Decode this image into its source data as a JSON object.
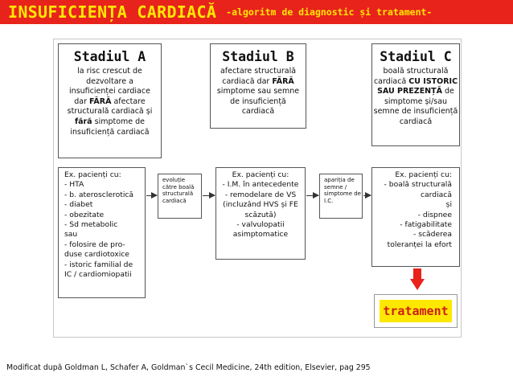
{
  "banner": {
    "title": "INSUFICIENȚA CARDIACĂ",
    "subtitle": "-algoritm de diagnostic și tratament-"
  },
  "stages": [
    {
      "title": "Stadiul A",
      "lines": [
        [
          "la risc crescut de"
        ],
        [
          "dezvoltare a"
        ],
        [
          "insuficienței cardiace"
        ],
        [
          "dar ",
          {
            "b": "FĂRĂ"
          },
          " afectare"
        ],
        [
          "structurală cardiacă și"
        ],
        [
          {
            "b": "fără"
          },
          " simptome de"
        ],
        [
          "insuficiență cardiacă"
        ]
      ]
    },
    {
      "title": "Stadiul B",
      "lines": [
        [
          "afectare structurală"
        ],
        [
          "cardiacă dar ",
          {
            "b": "FĂRĂ"
          }
        ],
        [
          "simptome sau semne"
        ],
        [
          "de insuficiență"
        ],
        [
          "cardiacă"
        ]
      ]
    },
    {
      "title": "Stadiul C",
      "lines": [
        [
          "boală structurală"
        ],
        [
          "cardiacă ",
          {
            "b": "CU ISTORIC"
          }
        ],
        [
          {
            "b": "SAU PREZENȚĂ"
          },
          " de"
        ],
        [
          "simptome și/sau"
        ],
        [
          "semne de insuficiență"
        ],
        [
          "cardiacă"
        ]
      ]
    }
  ],
  "examples": [
    {
      "lines": [
        "Ex. pacienți cu:",
        "- HTA",
        "- b. aterosclerotică",
        "- diabet",
        "- obezitate",
        "- Sd metabolic",
        "sau",
        "- folosire de pro-",
        "duse cardiotoxice",
        "- istoric familial de",
        "IC / cardiomiopatii"
      ]
    },
    {
      "lines": [
        "Ex. pacienți cu:",
        "- I.M. în antecedente",
        "- remodelare de VS",
        "(incluzând HVS și FE",
        "scăzută)",
        "- valvulopatii",
        "asimptomatice"
      ]
    },
    {
      "lines": [
        "Ex. pacienți cu:",
        "- boală structurală",
        "cardiacă",
        "și",
        "- dispnee",
        "- fatigabilitate",
        "- scăderea",
        "toleranței la efort"
      ]
    }
  ],
  "transitions": [
    {
      "lines": [
        "evoluție",
        "către boală",
        "structurală",
        "cardiacă"
      ]
    },
    {
      "lines": [
        "apariția de",
        "semne /",
        "simptome de",
        "I.C."
      ]
    }
  ],
  "result": {
    "label": "tratament"
  },
  "colors": {
    "banner_bg": "#e8231c",
    "banner_text": "#ffe800",
    "result_bg": "#ffe800",
    "result_text": "#cc1f15",
    "arrow_red": "#e8231c"
  },
  "source": "Modificat după Goldman L, Schafer A, Goldman`s Cecil Medicine, 24th edition, Elsevier, pag 295"
}
